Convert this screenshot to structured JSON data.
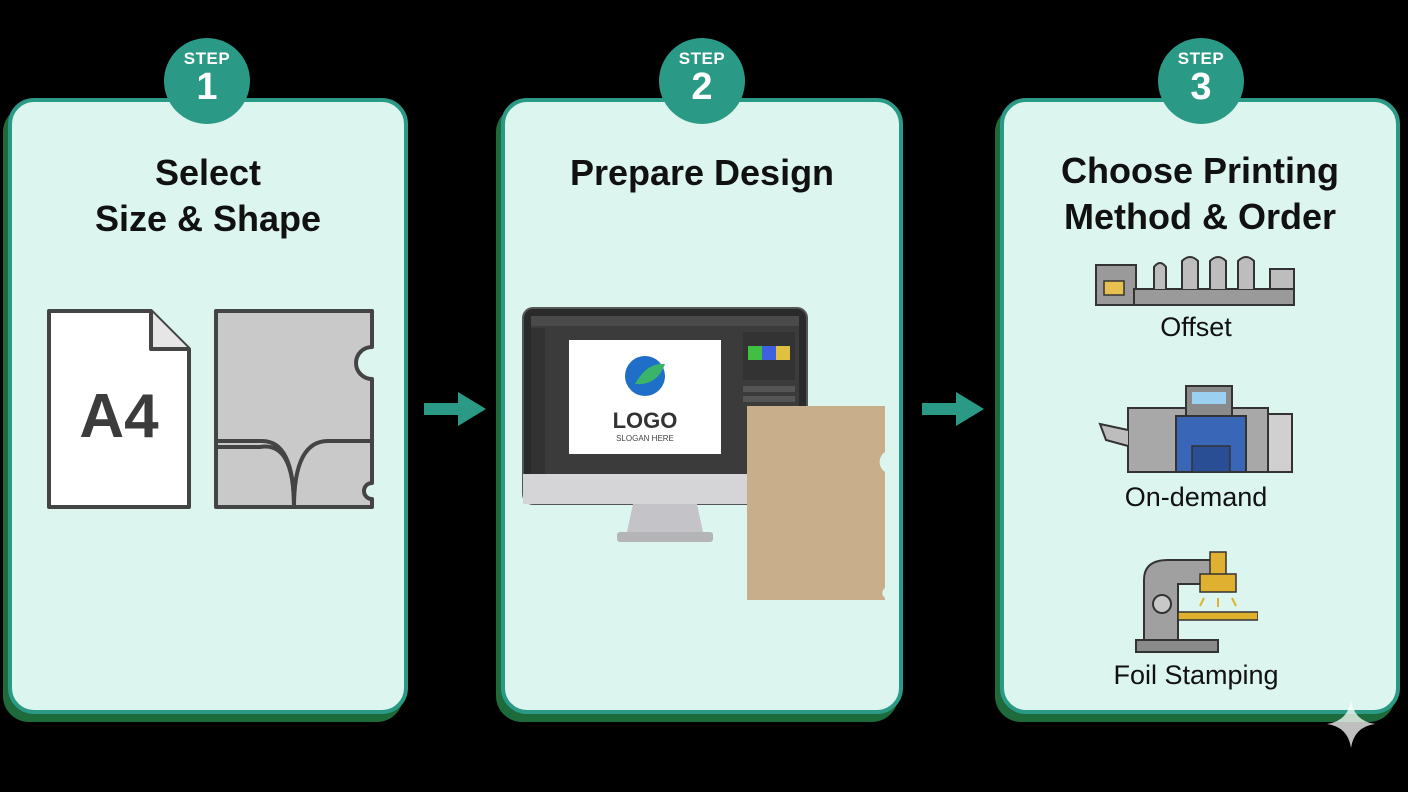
{
  "steps": [
    {
      "badge_label": "STEP",
      "badge_number": "1",
      "title_line1": "Select",
      "title_line2": "Size & Shape",
      "a4_text": "A4"
    },
    {
      "badge_label": "STEP",
      "badge_number": "2",
      "title_line1": "Prepare Design",
      "logo_text": "LOGO",
      "slogan_text": "SLOGAN HERE"
    },
    {
      "badge_label": "STEP",
      "badge_number": "3",
      "title_line1": "Choose Printing",
      "title_line2": "Method & Order",
      "methods": [
        {
          "label": "Offset"
        },
        {
          "label": "On-demand"
        },
        {
          "label": "Foil Stamping"
        }
      ]
    }
  ],
  "colors": {
    "card_fill": "#dcf5ef",
    "card_border": "#2a9a86",
    "badge": "#2a9a86",
    "arrow": "#2a9a86",
    "kraft": "#c8ae8a"
  },
  "icons": [
    "document-a4-icon",
    "folder-shape-icon",
    "monitor-icon",
    "kraft-folder-icon",
    "offset-press-icon",
    "digital-printer-icon",
    "foil-stamping-icon",
    "arrow-right-icon",
    "sparkle-icon"
  ]
}
